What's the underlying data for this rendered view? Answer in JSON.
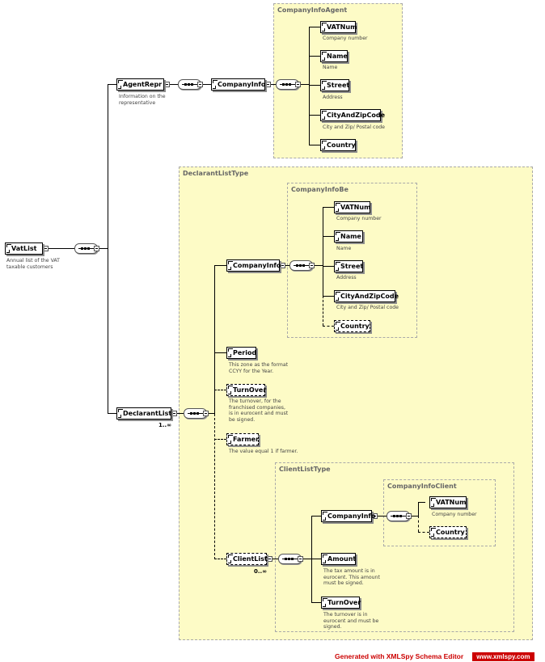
{
  "root": {
    "label": "VatList",
    "note": "Annual list of the VAT taxable customers"
  },
  "agent_repr": {
    "label": "AgentRepr",
    "note": "Information on the representative"
  },
  "company_info_agent": {
    "group_title": "CompanyInfoAgent",
    "ref": "CompanyInfo",
    "elements": [
      {
        "label": "VATNum",
        "note": "Company number"
      },
      {
        "label": "Name",
        "note": "Name"
      },
      {
        "label": "Street",
        "note": "Address"
      },
      {
        "label": "CityAndZipCode",
        "note": "City and Zip/ Postal code"
      },
      {
        "label": "Country",
        "note": ""
      }
    ]
  },
  "declarant_list": {
    "group_title": "DeclarantListType",
    "label": "DeclarantList",
    "cardinality": "1..∞",
    "company_info_be": {
      "group_title": "CompanyInfoBe",
      "ref": "CompanyInfo",
      "elements": [
        {
          "label": "VATNum",
          "note": "Company number"
        },
        {
          "label": "Name",
          "note": "Name"
        },
        {
          "label": "Street",
          "note": "Address"
        },
        {
          "label": "CityAndZipCode",
          "note": "City and Zip/ Postal code"
        },
        {
          "label": "Country",
          "note": ""
        }
      ]
    },
    "period": {
      "label": "Period",
      "note": "This zone as the format CCYY  for the Year."
    },
    "turnover": {
      "label": "TurnOver",
      "note": "The turnover, for the franchised companies, is in eurocent and must be signed."
    },
    "farmer": {
      "label": "Farmer",
      "note": "The value equal 1 if farmer."
    },
    "client_list": {
      "group_title": "ClientListType",
      "label": "ClientList",
      "cardinality": "0..∞",
      "company_info_client": {
        "group_title": "CompanyInfoClient",
        "ref": "CompanyInfo",
        "elements": [
          {
            "label": "VATNum",
            "note": "Company number"
          },
          {
            "label": "Country",
            "note": ""
          }
        ]
      },
      "amount": {
        "label": "Amount",
        "note": "The tax amount is in eurocent. This amount must be signed."
      },
      "turnover": {
        "label": "TurnOver",
        "note": "The turnover is in eurocent and must be signed."
      }
    }
  },
  "footer": {
    "credit": "Generated with XMLSpy Schema Editor",
    "url": "www.xmlspy.com"
  }
}
